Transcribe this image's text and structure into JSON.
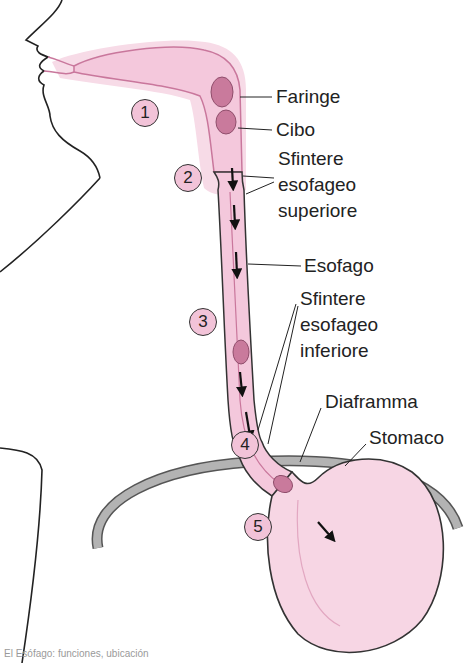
{
  "diagram": {
    "labels": [
      "1",
      "2",
      "3",
      "4",
      "5",
      "Faringe",
      "Cibo",
      "Sfintere esofageo superiore",
      "Esofago",
      "Sfintere esofageo inferiore",
      "Diaframma",
      "Stomaco",
      "El Esófago: funciones, ubicación"
    ]
  }
}
